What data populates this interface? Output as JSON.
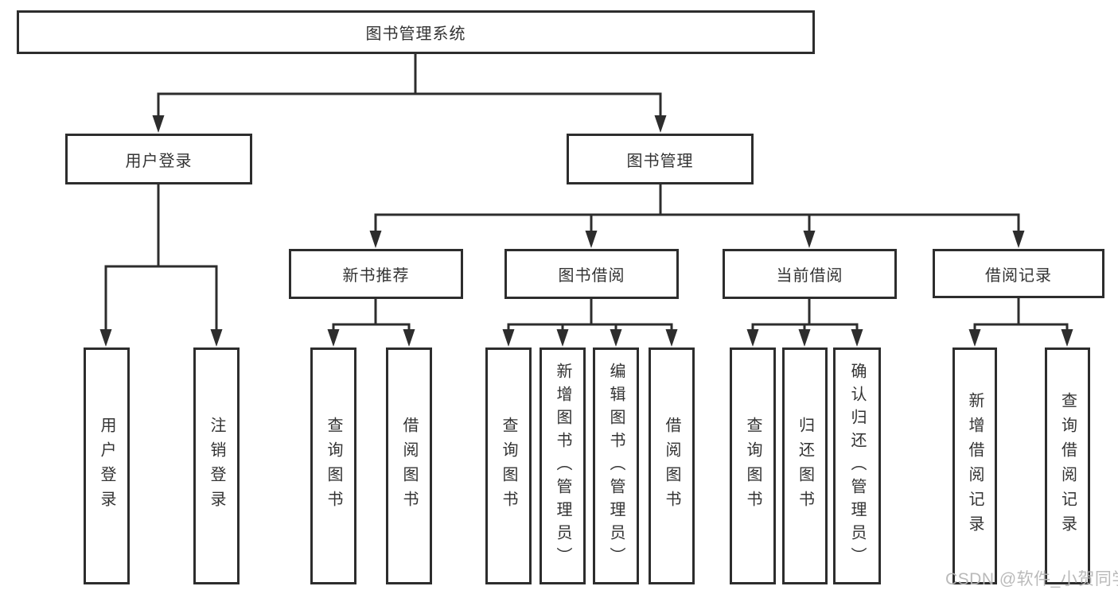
{
  "diagram_title": "图书管理系统",
  "nodes": {
    "root": "图书管理系统",
    "user_login": "用户登录",
    "book_management": "图书管理",
    "new_book_recommend": "新书推荐",
    "book_borrowing": "图书借阅",
    "current_borrowing": "当前借阅",
    "borrowing_records": "借阅记录",
    "leaves": {
      "user_login": "用户登录",
      "logout": "注销登录",
      "nb_query_books": "查询图书",
      "nb_borrow_books": "借阅图书",
      "bb_query_books": "查询图书",
      "bb_add_books_admin": "新增图书（管理员）",
      "bb_edit_books_admin": "编辑图书（管理员）",
      "bb_borrow_books": "借阅图书",
      "cb_query_books": "查询图书",
      "cb_return_books": "归还图书",
      "cb_confirm_return_admin": "确认归还（管理员）",
      "br_add_record": "新增借阅记录",
      "br_query_record": "查询借阅记录"
    }
  },
  "hierarchy": {
    "图书管理系统": [
      "用户登录",
      "图书管理"
    ],
    "用户登录": [
      "用户登录",
      "注销登录"
    ],
    "图书管理": [
      "新书推荐",
      "图书借阅",
      "当前借阅",
      "借阅记录"
    ],
    "新书推荐": [
      "查询图书",
      "借阅图书"
    ],
    "图书借阅": [
      "查询图书",
      "新增图书（管理员）",
      "编辑图书（管理员）",
      "借阅图书"
    ],
    "当前借阅": [
      "查询图书",
      "归还图书",
      "确认归还（管理员）"
    ],
    "借阅记录": [
      "新增借阅记录",
      "查询借阅记录"
    ]
  },
  "watermark": "CSDN @软件_小贺同学",
  "colors": {
    "line": "#2d2d2d",
    "box_border": "#2d2d2d",
    "box_background": "#ffffff",
    "text": "#333333",
    "watermark": "#b6b6b6"
  }
}
